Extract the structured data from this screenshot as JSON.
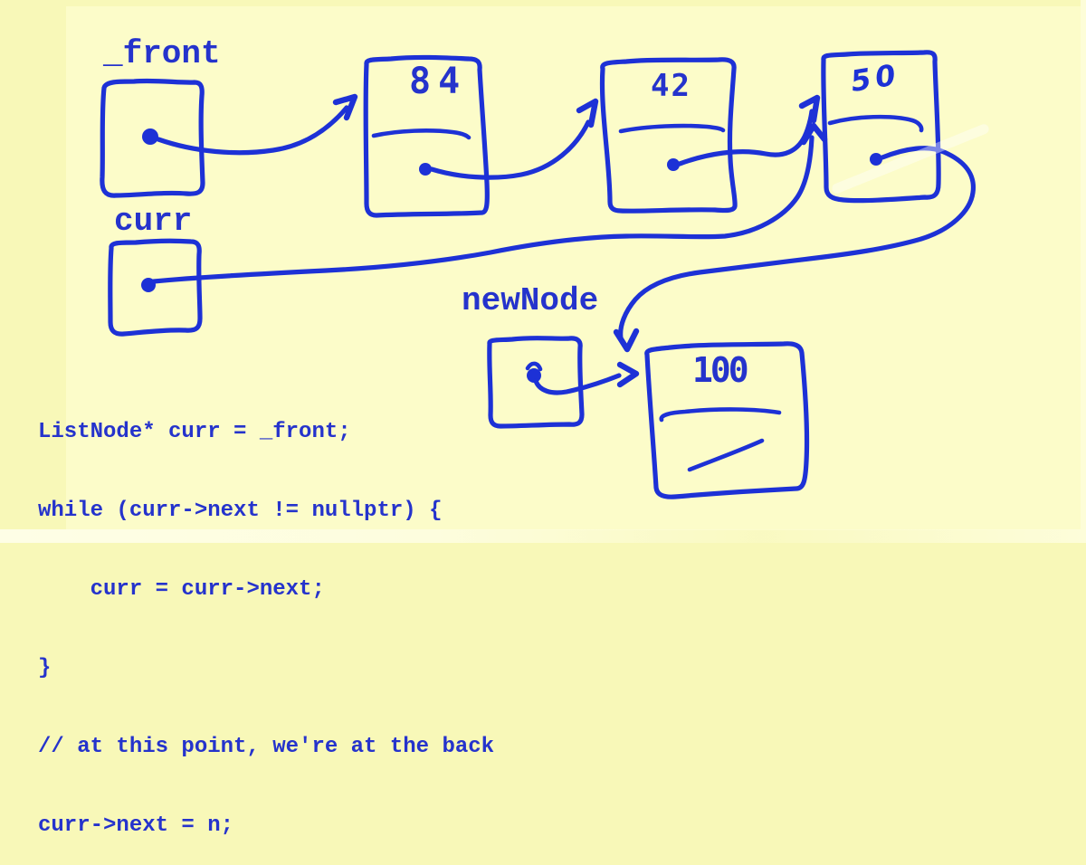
{
  "canvas": {
    "background": "#fcfcc9",
    "ink": "#1d31d6",
    "text_color": "#2533cc"
  },
  "labels": {
    "front": "_front",
    "curr": "curr",
    "new_node": "newNode"
  },
  "nodes": {
    "n84": {
      "value": "84"
    },
    "n42": {
      "value": "42"
    },
    "n50": {
      "value": "50"
    },
    "n100": {
      "value": "100"
    }
  },
  "code": {
    "lines": [
      "ListNode* curr = _front;",
      "while (curr->next != nullptr) {",
      "    curr = curr->next;",
      "}",
      "// at this point, we're at the back",
      "curr->next = n;"
    ]
  },
  "diagram": {
    "list_nodes_in_order": [
      "84",
      "42",
      "50"
    ],
    "edges": [
      {
        "from": "_front",
        "to": "node-84"
      },
      {
        "from": "node-84.next",
        "to": "node-42"
      },
      {
        "from": "node-42.next",
        "to": "node-50"
      },
      {
        "from": "curr",
        "to": "node-50"
      },
      {
        "from": "node-50.next",
        "to": "node-100"
      },
      {
        "from": "newNode",
        "to": "node-100"
      }
    ],
    "node_100_next": "nullptr-slash"
  }
}
